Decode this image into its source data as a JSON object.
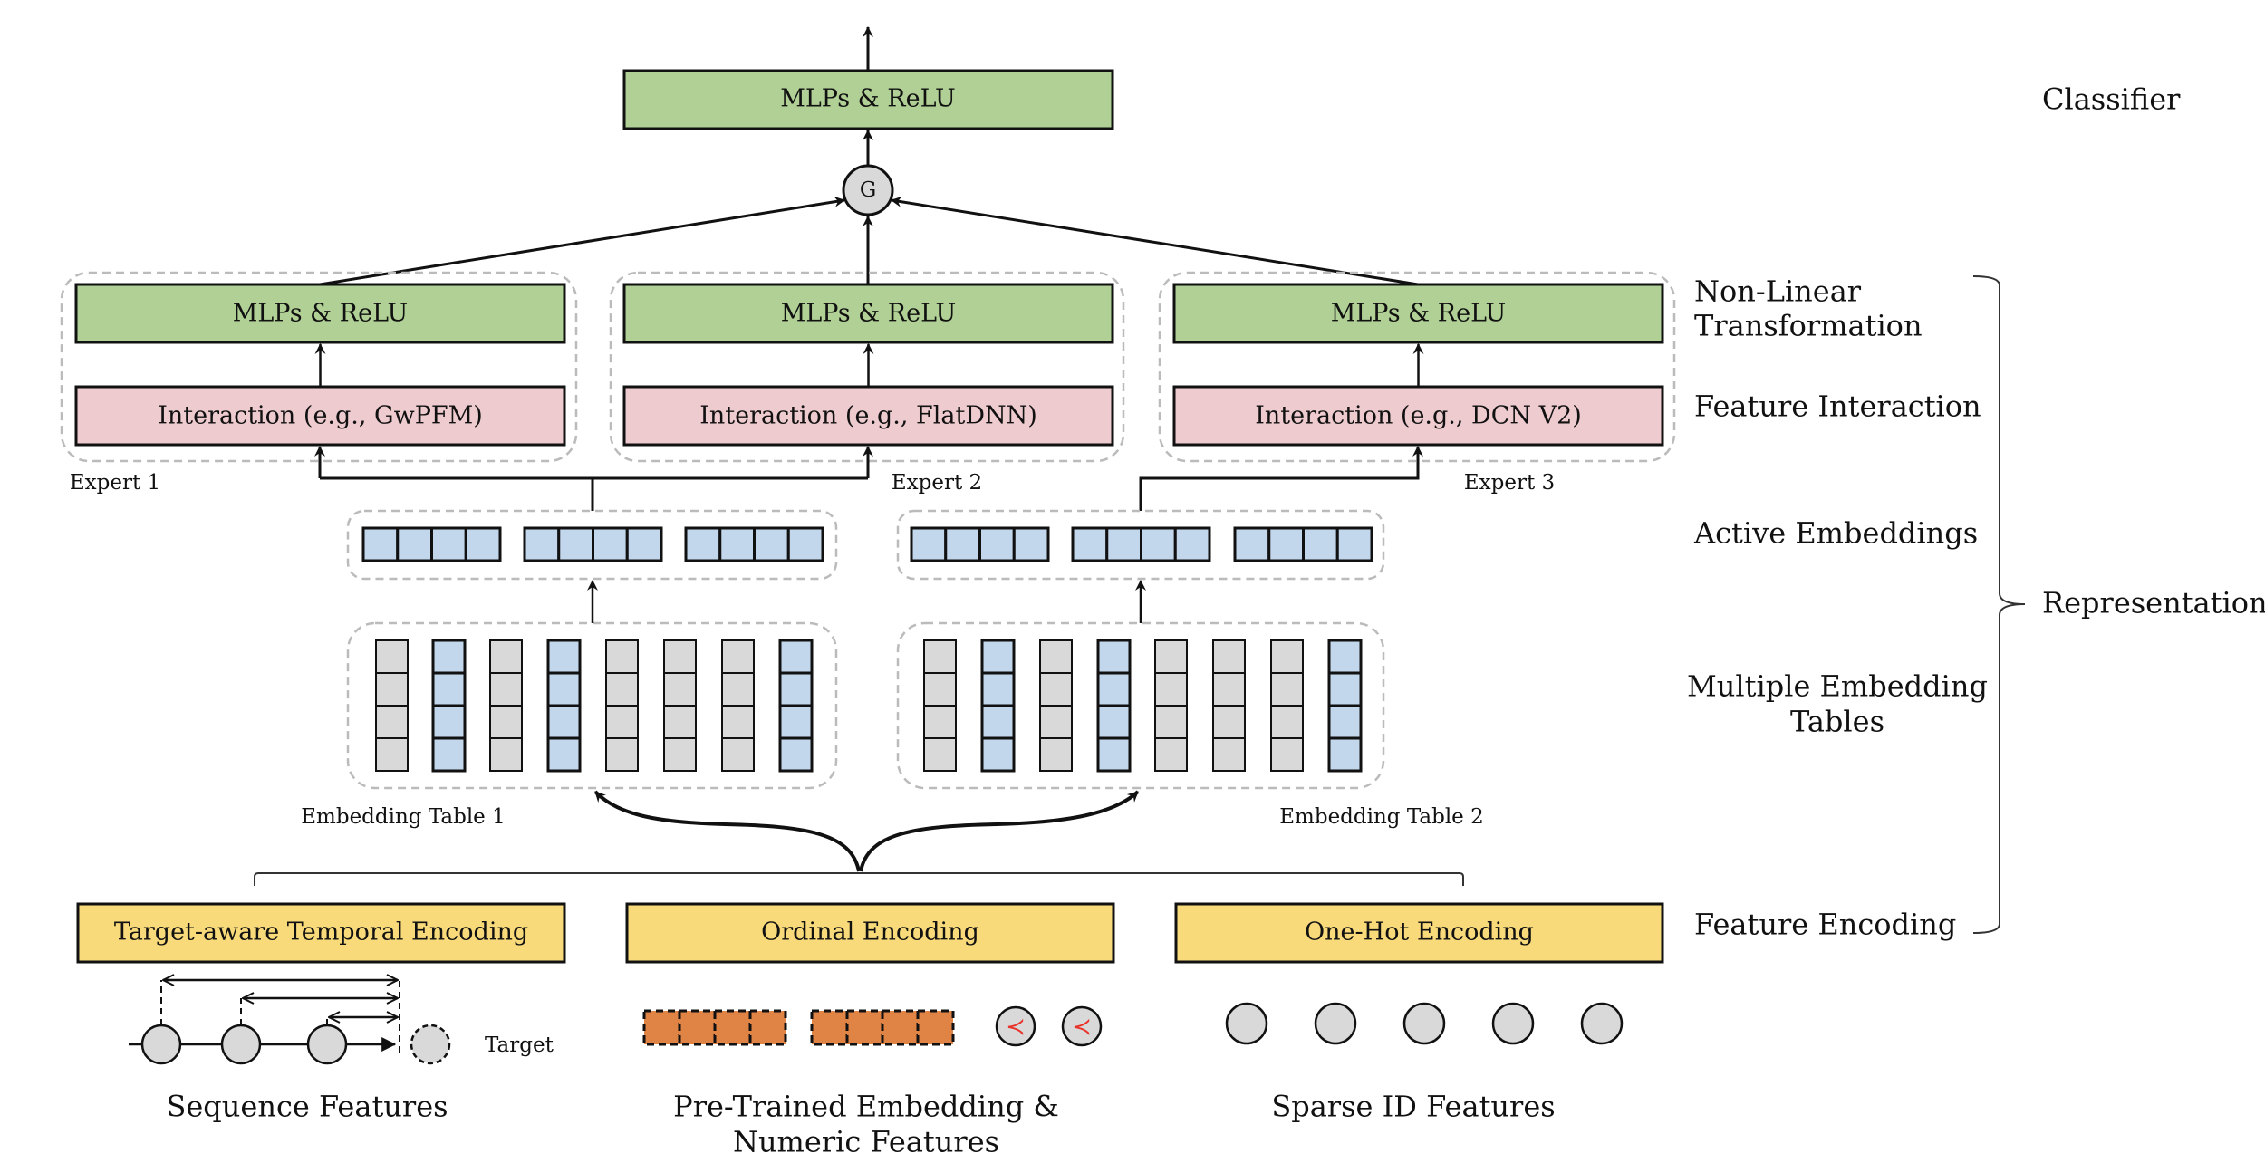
{
  "diagram": {
    "title": "Multi-expert recommendation model architecture",
    "colors": {
      "mlp_fill": "#b0d095",
      "interaction_fill": "#eecbcf",
      "encoding_fill": "#f8da7a",
      "embedding_active_fill": "#c2d6ec",
      "embedding_inactive_fill": "#d9d9d9",
      "pretrained_fill": "#e08445",
      "numeric_glyph": "#e8332a",
      "node_fill": "#d9d9d9",
      "dashed_border": "#bbbbbb",
      "stroke": "#111111"
    },
    "classifier": {
      "mlp_label": "MLPs & ReLU",
      "gate_label": "G"
    },
    "experts": [
      {
        "name": "Expert 1",
        "mlp_label": "MLPs & ReLU",
        "interaction_label": "Interaction (e.g., GwPFM)"
      },
      {
        "name": "Expert 2",
        "mlp_label": "MLPs & ReLU",
        "interaction_label": "Interaction (e.g., FlatDNN)"
      },
      {
        "name": "Expert 3",
        "mlp_label": "MLPs & ReLU",
        "interaction_label": "Interaction (e.g., DCN V2)"
      }
    ],
    "active_embeddings": {
      "groups_per_table": 3,
      "cells_per_group": 4
    },
    "embedding_tables": [
      {
        "label": "Embedding Table 1",
        "columns": 8,
        "rows": 4,
        "active_columns": [
          1,
          3,
          7
        ]
      },
      {
        "label": "Embedding Table 2",
        "columns": 8,
        "rows": 4,
        "active_columns": [
          1,
          3,
          7
        ]
      }
    ],
    "encodings": [
      {
        "label": "Target-aware Temporal Encoding"
      },
      {
        "label": "Ordinal Encoding"
      },
      {
        "label": "One-Hot Encoding"
      }
    ],
    "features": {
      "sequence": {
        "label": "Sequence Features",
        "target_label": "Target",
        "history_nodes": 3
      },
      "pretrained": {
        "label_line1": "Pre-Trained Embedding &",
        "label_line2": "Numeric Features",
        "embedding_groups": 2,
        "cells_per_group": 4,
        "numeric_nodes": 2,
        "numeric_glyph": "≺"
      },
      "sparse": {
        "label": "Sparse ID Features",
        "nodes": 5
      }
    },
    "layer_labels": {
      "classifier": "Classifier",
      "non_linear_1": "Non-Linear",
      "non_linear_2": "Transformation",
      "feature_interaction": "Feature Interaction",
      "active_embeddings": "Active Embeddings",
      "multiple_tables_1": "Multiple Embedding",
      "multiple_tables_2": "Tables",
      "feature_encoding": "Feature Encoding",
      "representation": "Representation"
    }
  }
}
